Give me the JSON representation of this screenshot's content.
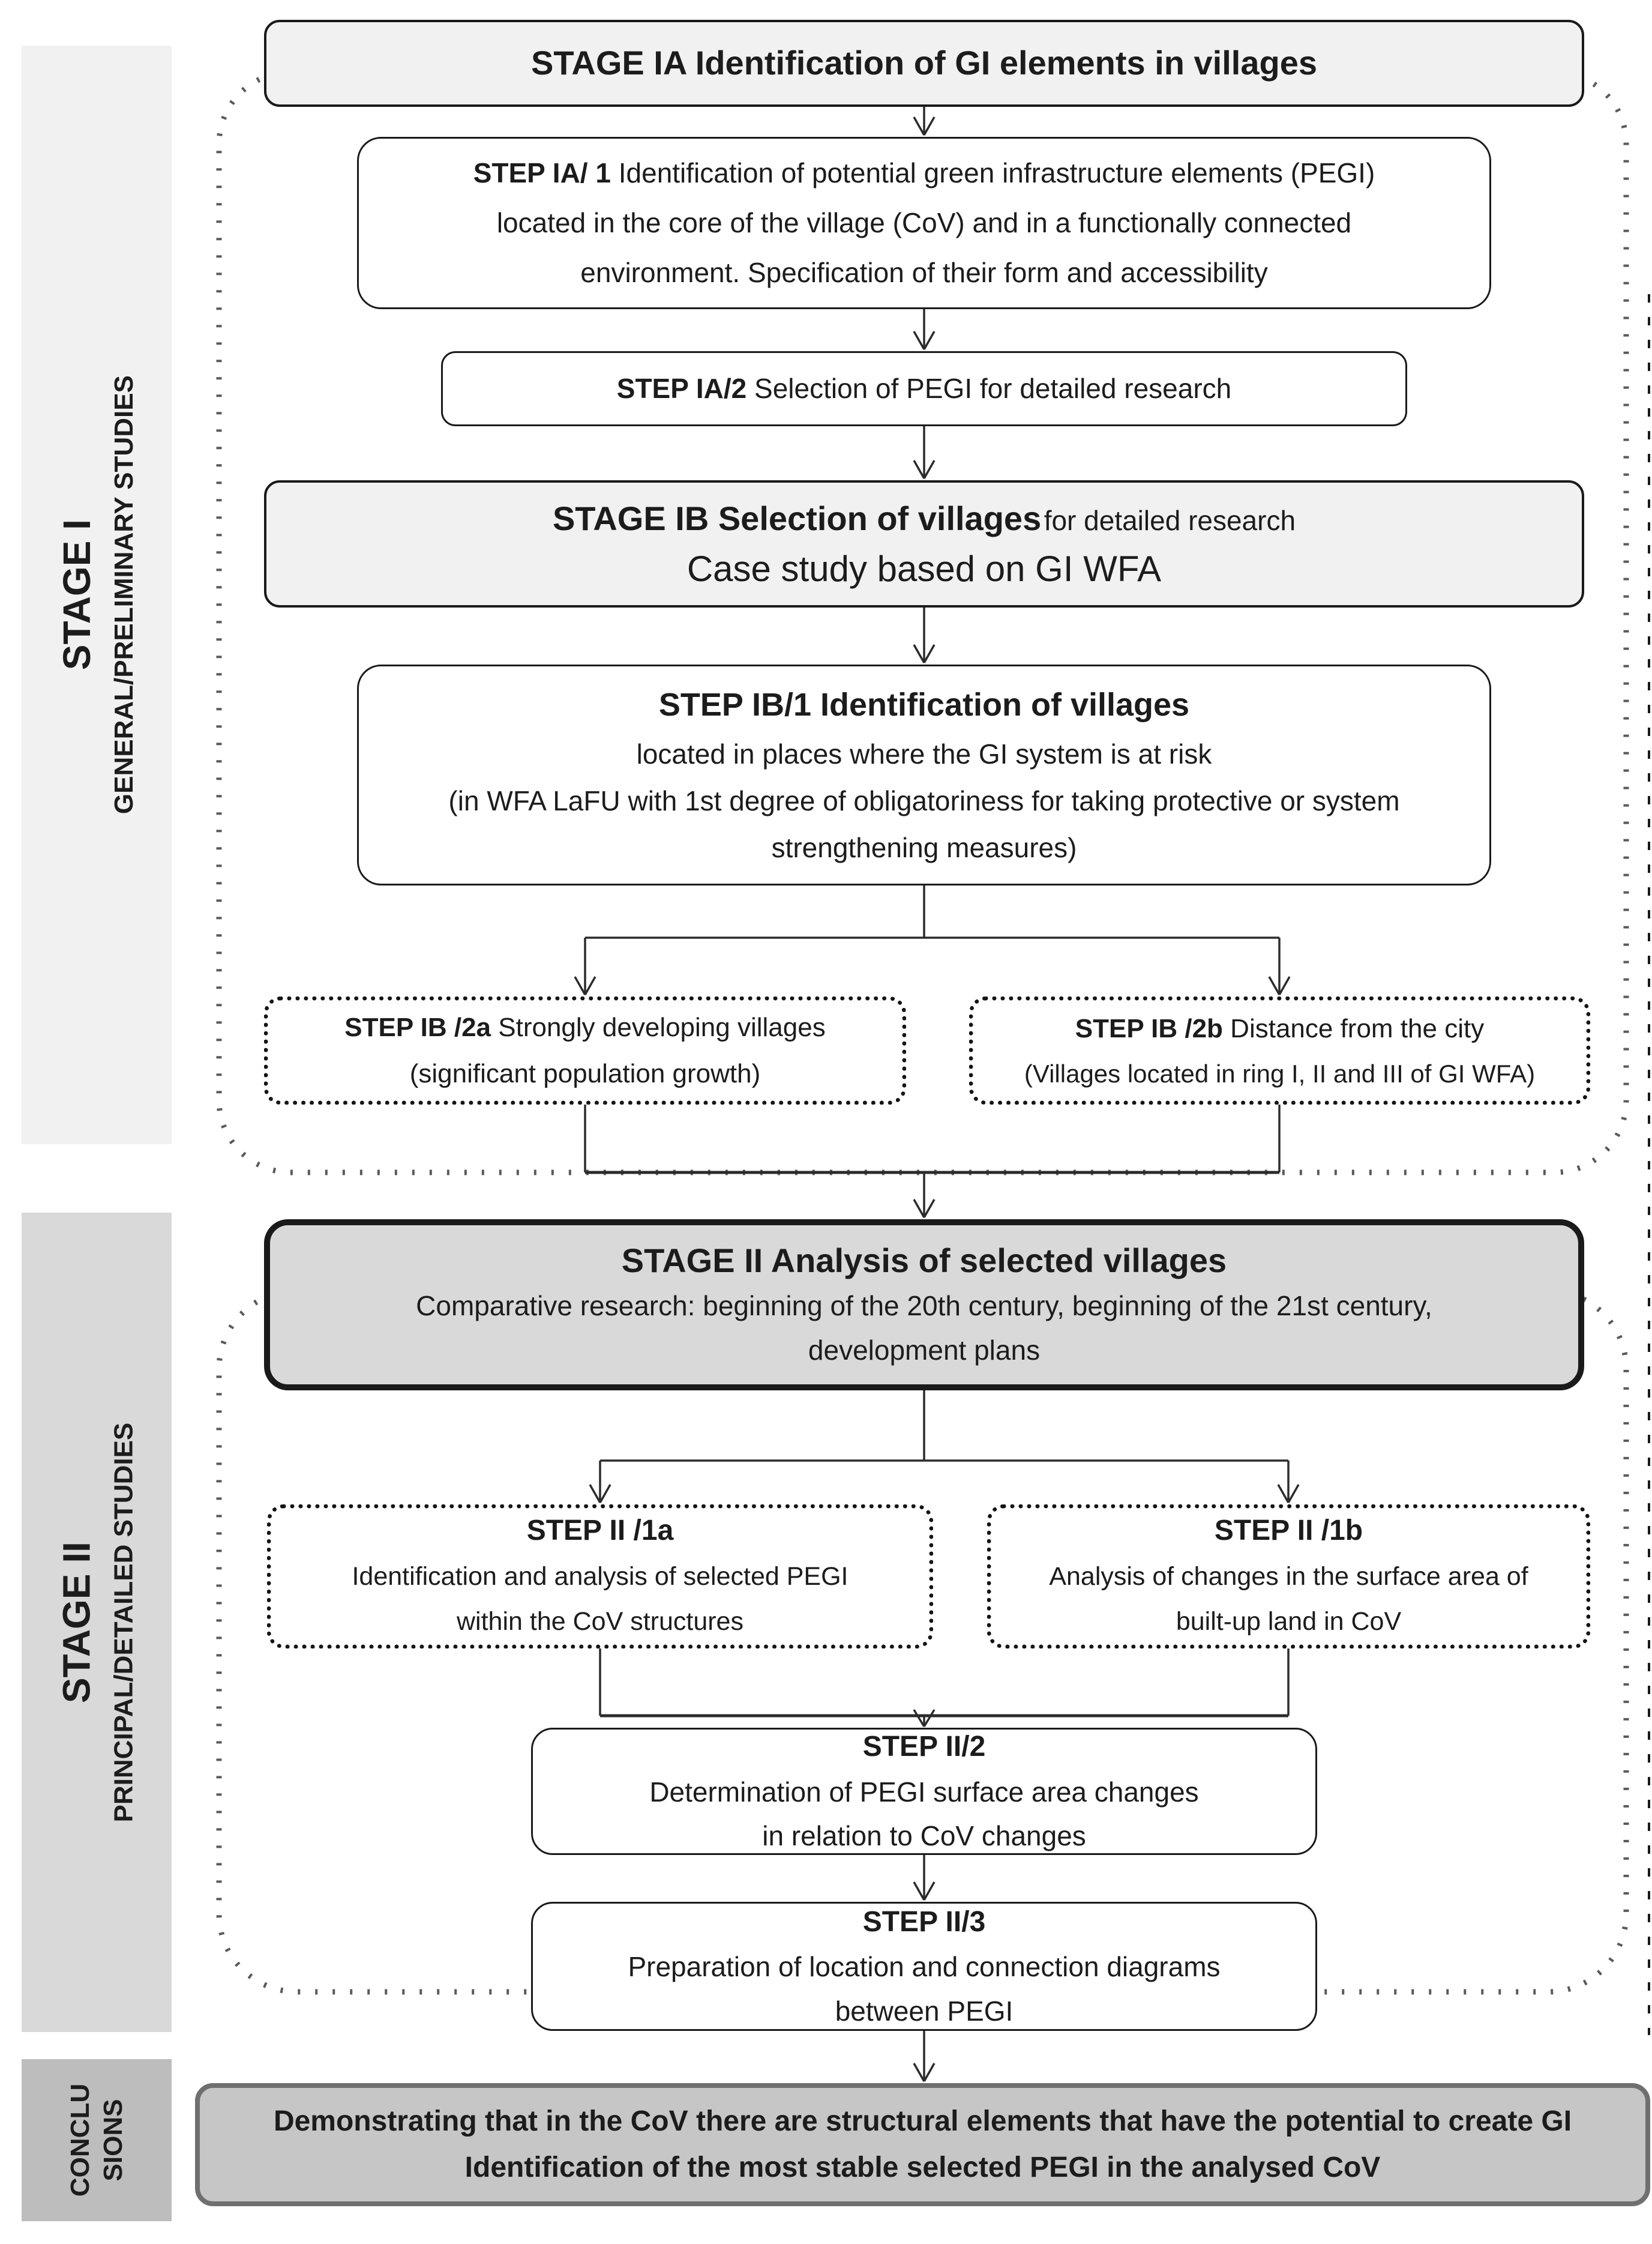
{
  "sidebar": {
    "stage1": {
      "title": "STAGE I",
      "subtitle": "GENERAL/PRELIMINARY STUDIES"
    },
    "stage2": {
      "title": "STAGE II",
      "subtitle": "PRINCIPAL/DETAILED STUDIES"
    },
    "conclusions": {
      "line1": "CONCLU",
      "line2": "SIONS"
    }
  },
  "boxes": {
    "stage_ia": {
      "title": "STAGE IA Identification of GI elements in villages"
    },
    "step_ia1": {
      "lead": "STEP IA/ 1",
      "rest1": "Identification of potential green infrastructure elements (PEGI)",
      "line2": "located in the core of the village (CoV) and in a functionally connected",
      "line3": "environment. Specification of their form and accessibility"
    },
    "step_ia2": {
      "lead": "STEP IA/2",
      "rest": "Selection of PEGI for detailed research"
    },
    "stage_ib": {
      "title_bold": "STAGE IB Selection of villages",
      "title_rest": "for detailed research",
      "line2": "Case study based on GI WFA"
    },
    "step_ib1": {
      "title": "STEP IB/1 Identification of villages",
      "line2": "located in places where the GI system is at risk",
      "line3": "(in WFA LaFU with 1st degree of obligatoriness for taking protective or system",
      "line4": "strengthening measures)"
    },
    "step_ib2a": {
      "lead": "STEP IB /2a",
      "rest": "Strongly developing villages",
      "line2": "(significant population growth)"
    },
    "step_ib2b": {
      "lead": "STEP IB /2b",
      "rest": "Distance from the city",
      "line2": "(Villages located in ring I, II and III of GI WFA)"
    },
    "stage_ii": {
      "title": "STAGE II Analysis of selected villages",
      "line2": "Comparative research: beginning of the 20th century, beginning of the 21st century,",
      "line3": "development plans"
    },
    "step_ii1a": {
      "title": "STEP II /1a",
      "line2": "Identification and analysis of selected PEGI",
      "line3": "within the CoV structures"
    },
    "step_ii1b": {
      "title": "STEP II /1b",
      "line2": "Analysis of changes in the surface area of",
      "line3": "built-up land in CoV"
    },
    "step_ii2": {
      "title": "STEP II/2",
      "line2": "Determination of PEGI surface area changes",
      "line3": "in relation to CoV changes"
    },
    "step_ii3": {
      "title": "STEP II/3",
      "line2": "Preparation of location and connection diagrams",
      "line3": "between PEGI"
    },
    "conclusions": {
      "line1": "Demonstrating that in the CoV there are structural elements that have the potential to create GI",
      "line2": "Identification of the most stable selected PEGI in the analysed CoV"
    }
  },
  "colors": {
    "stage_fill_light": "#f1f1f1",
    "stage_fill_mid": "#d9d9d9",
    "conclusions_fill": "#c6c6c6",
    "box_border": "#1a1a1a",
    "group_outline": "#5a5a5a"
  }
}
